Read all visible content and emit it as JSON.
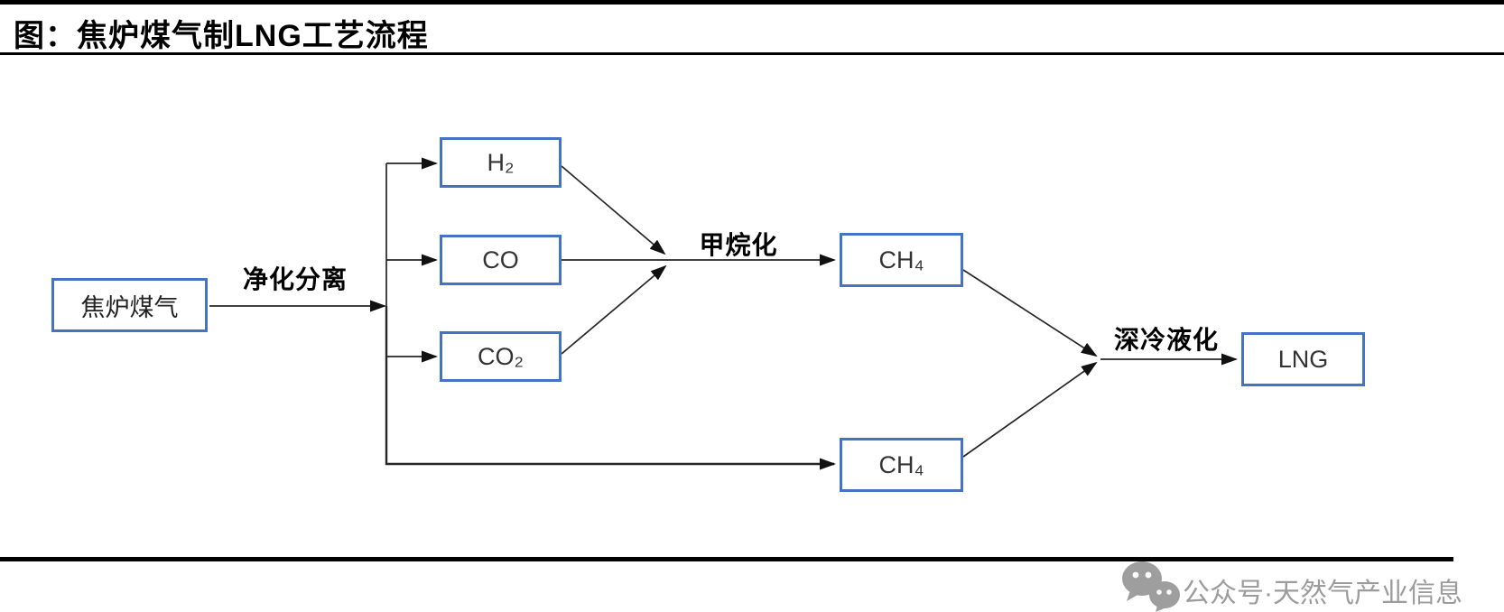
{
  "header": {
    "title": "图：焦炉煤气制LNG工艺流程"
  },
  "diagram": {
    "nodes": [
      {
        "id": "cog",
        "label": "焦炉煤气"
      },
      {
        "id": "h2",
        "label": "H₂"
      },
      {
        "id": "co",
        "label": "CO"
      },
      {
        "id": "co2",
        "label": "CO₂"
      },
      {
        "id": "ch4_top",
        "label": "CH₄"
      },
      {
        "id": "ch4_bottom",
        "label": "CH₄"
      },
      {
        "id": "lng",
        "label": "LNG"
      }
    ],
    "edge_labels": {
      "purification": "净化分离",
      "methanation": "甲烷化",
      "cryogenic": "深冷液化"
    },
    "flow": [
      "焦炉煤气 -净化分离-> H₂ / CO / CO₂",
      "H₂ + CO + CO₂ -甲烷化-> CH₄",
      "焦炉煤气分离CH₄ 与 甲烷化CH₄ -深冷液化-> LNG"
    ],
    "colors": {
      "node_border": "#4472C4",
      "line": "#262626"
    }
  },
  "footer": {
    "brand": "公众号·天然气产业信息",
    "logo": "wechat-icon"
  }
}
